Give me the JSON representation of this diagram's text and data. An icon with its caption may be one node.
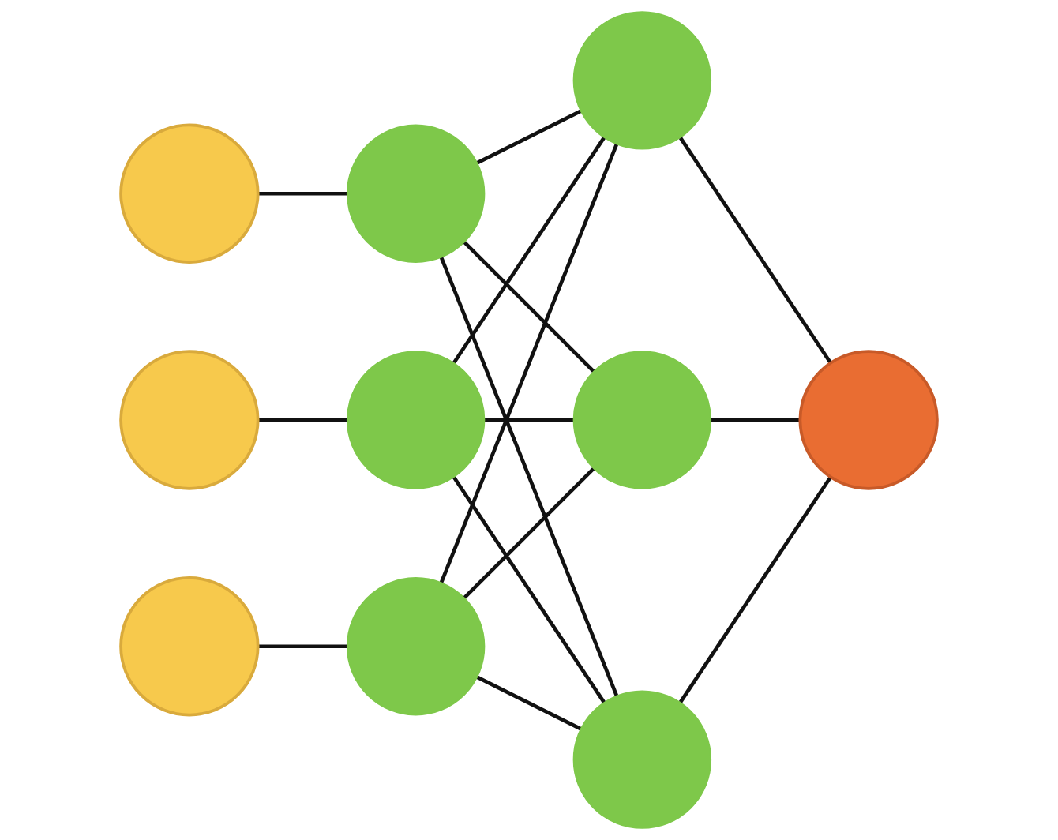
{
  "diagram": {
    "nodes": [
      {
        "text": [],
        "shape": "circle"
      },
      {
        "text": [],
        "shape": "circle"
      },
      {
        "text": [],
        "shape": "circle"
      },
      {
        "text": [],
        "shape": "circle"
      },
      {
        "text": [],
        "shape": "circle"
      },
      {
        "text": [],
        "shape": "circle"
      },
      {
        "text": [],
        "shape": "circle"
      },
      {
        "text": [],
        "shape": "circle"
      },
      {
        "text": [],
        "shape": "circle"
      },
      {
        "text": [],
        "shape": "circle"
      }
    ],
    "edges": [
      {
        "from": 0,
        "to": 3,
        "arrow": "none"
      },
      {
        "from": 1,
        "to": 4,
        "arrow": "none"
      },
      {
        "from": 2,
        "to": 5,
        "arrow": "none"
      },
      {
        "from": 3,
        "to": 6,
        "arrow": "none"
      },
      {
        "from": 3,
        "to": 7,
        "arrow": "none"
      },
      {
        "from": 3,
        "to": 8,
        "arrow": "none"
      },
      {
        "from": 4,
        "to": 6,
        "arrow": "none"
      },
      {
        "from": 4,
        "to": 7,
        "arrow": "none"
      },
      {
        "from": 4,
        "to": 8,
        "arrow": "none"
      },
      {
        "from": 5,
        "to": 6,
        "arrow": "none"
      },
      {
        "from": 5,
        "to": 7,
        "arrow": "none"
      },
      {
        "from": 5,
        "to": 8,
        "arrow": "none"
      },
      {
        "from": 6,
        "to": 9,
        "arrow": "none"
      },
      {
        "from": 7,
        "to": 9,
        "arrow": "none"
      },
      {
        "from": 8,
        "to": 9,
        "arrow": "none"
      }
    ]
  }
}
